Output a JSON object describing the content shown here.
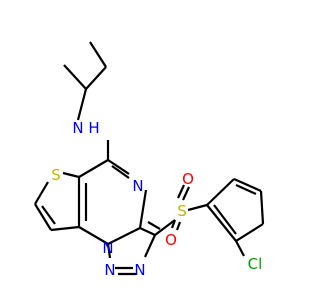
{
  "colors": {
    "background": "#ffffff",
    "bond": "#000000",
    "nitrogen": "#0000ff",
    "sulfur": "#c8b400",
    "chlorine": "#00a000"
  },
  "molecule": {
    "atom_labels": {
      "amine_n": "N",
      "amine_h": "H",
      "thiophene_s": "S",
      "ring_n_pyrimidine": "N",
      "ring_n_bridge": "N",
      "ring_n_triazole_a": "N",
      "ring_n_triazole_b": "N",
      "triazole_n_right": "N",
      "sulfonyl_s": "S",
      "sulfonyl_o_top": "O",
      "sulfonyl_o_bottom": "O",
      "chlorine": "Cl"
    }
  }
}
